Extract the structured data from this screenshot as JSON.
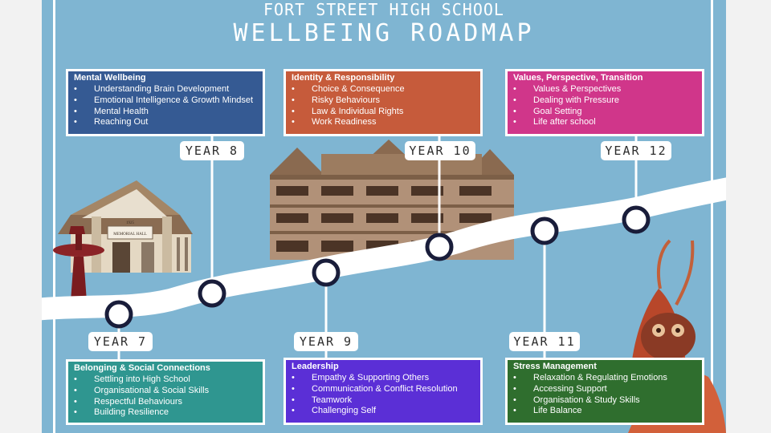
{
  "header": {
    "school": "FORT STREET HIGH SCHOOL",
    "title": "WELLBEING ROADMAP"
  },
  "colors": {
    "background": "#7fb5d2",
    "road": "#ffffff",
    "mental": "#355a93",
    "identity": "#c65b3b",
    "values": "#d0368a",
    "belonging": "#2f9690",
    "leadership": "#5b2fd6",
    "stress": "#2f6e2e"
  },
  "years": {
    "y7": "YEAR 7",
    "y8": "YEAR 8",
    "y9": "YEAR 9",
    "y10": "YEAR 10",
    "y11": "YEAR 11",
    "y12": "YEAR 12"
  },
  "boxes": {
    "mental": {
      "title": "Mental Wellbeing",
      "items": [
        "Understanding Brain Development",
        "Emotional Intelligence & Growth Mindset",
        "Mental Health",
        "Reaching Out"
      ]
    },
    "identity": {
      "title": "Identity & Responsibility",
      "items": [
        "Choice & Consequence",
        "Risky Behaviours",
        "Law & Individual Rights",
        "Work Readiness"
      ]
    },
    "values": {
      "title": "Values, Perspective, Transition",
      "items": [
        "Values & Perspectives",
        "Dealing with Pressure",
        "Goal Setting",
        "Life after school"
      ]
    },
    "belonging": {
      "title": "Belonging & Social Connections",
      "items": [
        "Settling into High School",
        "Organisational & Social Skills",
        "Respectful Behaviours",
        "Building Resilience"
      ]
    },
    "leadership": {
      "title": "Leadership",
      "items": [
        "Empathy & Supporting Others",
        "Communication & Conflict Resolution",
        "Teamwork",
        "Challenging Self"
      ]
    },
    "stress": {
      "title": "Stress Management",
      "items": [
        "Relaxation & Regulating Emotions",
        "Accessing Support",
        "Organisation & Study Skills",
        "Life Balance"
      ]
    }
  },
  "icons": {
    "memorial": "memorial-hall-illustration",
    "school": "school-building-illustration",
    "fountain": "fountain-illustration",
    "art": "aboriginal-art-illustration"
  },
  "memorial_plaque": {
    "year": "1925",
    "name": "MEMORIAL HALL"
  }
}
